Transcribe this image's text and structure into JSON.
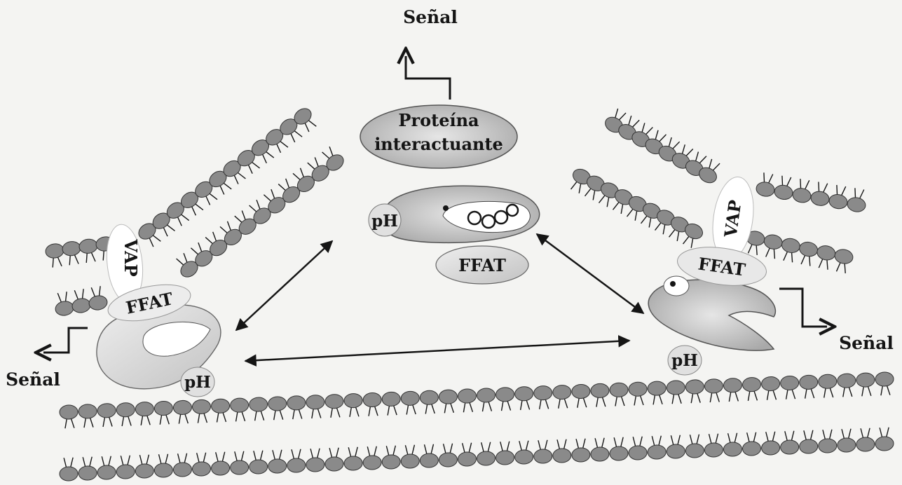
{
  "labels": {
    "signal_top": "Señal",
    "signal_left": "Señal",
    "signal_right": "Señal",
    "protein_line1": "Proteína",
    "protein_line2": "interactuante",
    "ffat_center": "FFAT",
    "ffat_left": "FFAT",
    "ffat_right": "FFAT",
    "vap_left": "VAP",
    "vap_right": "VAP",
    "ph_center": "pH",
    "ph_left": "pH",
    "ph_right": "pH"
  },
  "colors": {
    "background": "#f4f4f2",
    "lipid_head": "#8a8a8a",
    "ink": "#151515",
    "protein_fill": "#c9c9c9",
    "light_fill": "#e4e4e4"
  }
}
